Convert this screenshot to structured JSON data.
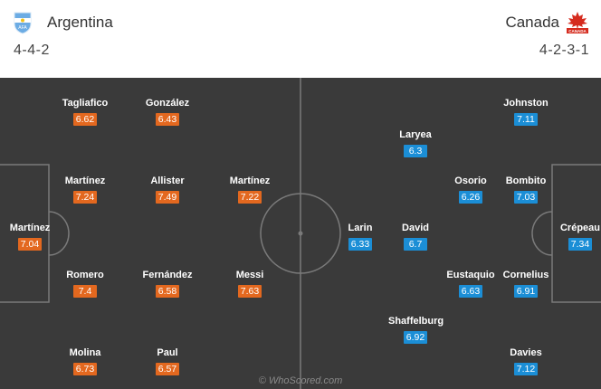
{
  "home": {
    "name": "Argentina",
    "formation": "4-4-2",
    "color": "#e3681f",
    "crest_icon": "argentina-crest-icon",
    "players": [
      {
        "name": "Tagliafico",
        "rating": "6.62"
      },
      {
        "name": "González",
        "rating": "6.43"
      },
      {
        "name": "Martínez",
        "rating": "7.24"
      },
      {
        "name": "Allister",
        "rating": "7.49"
      },
      {
        "name": "Martínez",
        "rating": "7.22"
      },
      {
        "name": "Martínez",
        "rating": "7.04"
      },
      {
        "name": "Romero",
        "rating": "7.4"
      },
      {
        "name": "Fernández",
        "rating": "6.58"
      },
      {
        "name": "Messi",
        "rating": "7.63"
      },
      {
        "name": "Molina",
        "rating": "6.73"
      },
      {
        "name": "Paul",
        "rating": "6.57"
      }
    ]
  },
  "away": {
    "name": "Canada",
    "formation": "4-2-3-1",
    "color": "#1b8ed6",
    "crest_icon": "canada-crest-icon",
    "crest_text": "CANADA",
    "players": [
      {
        "name": "Johnston",
        "rating": "7.11"
      },
      {
        "name": "Laryea",
        "rating": "6.3"
      },
      {
        "name": "Osorio",
        "rating": "6.26"
      },
      {
        "name": "Bombito",
        "rating": "7.03"
      },
      {
        "name": "Larin",
        "rating": "6.33"
      },
      {
        "name": "David",
        "rating": "6.7"
      },
      {
        "name": "Crépeau",
        "rating": "7.34"
      },
      {
        "name": "Eustaquio",
        "rating": "6.63"
      },
      {
        "name": "Cornelius",
        "rating": "6.91"
      },
      {
        "name": "Shaffelburg",
        "rating": "6.92"
      },
      {
        "name": "Davies",
        "rating": "7.12"
      }
    ]
  },
  "watermark": "© WhoScored.com"
}
